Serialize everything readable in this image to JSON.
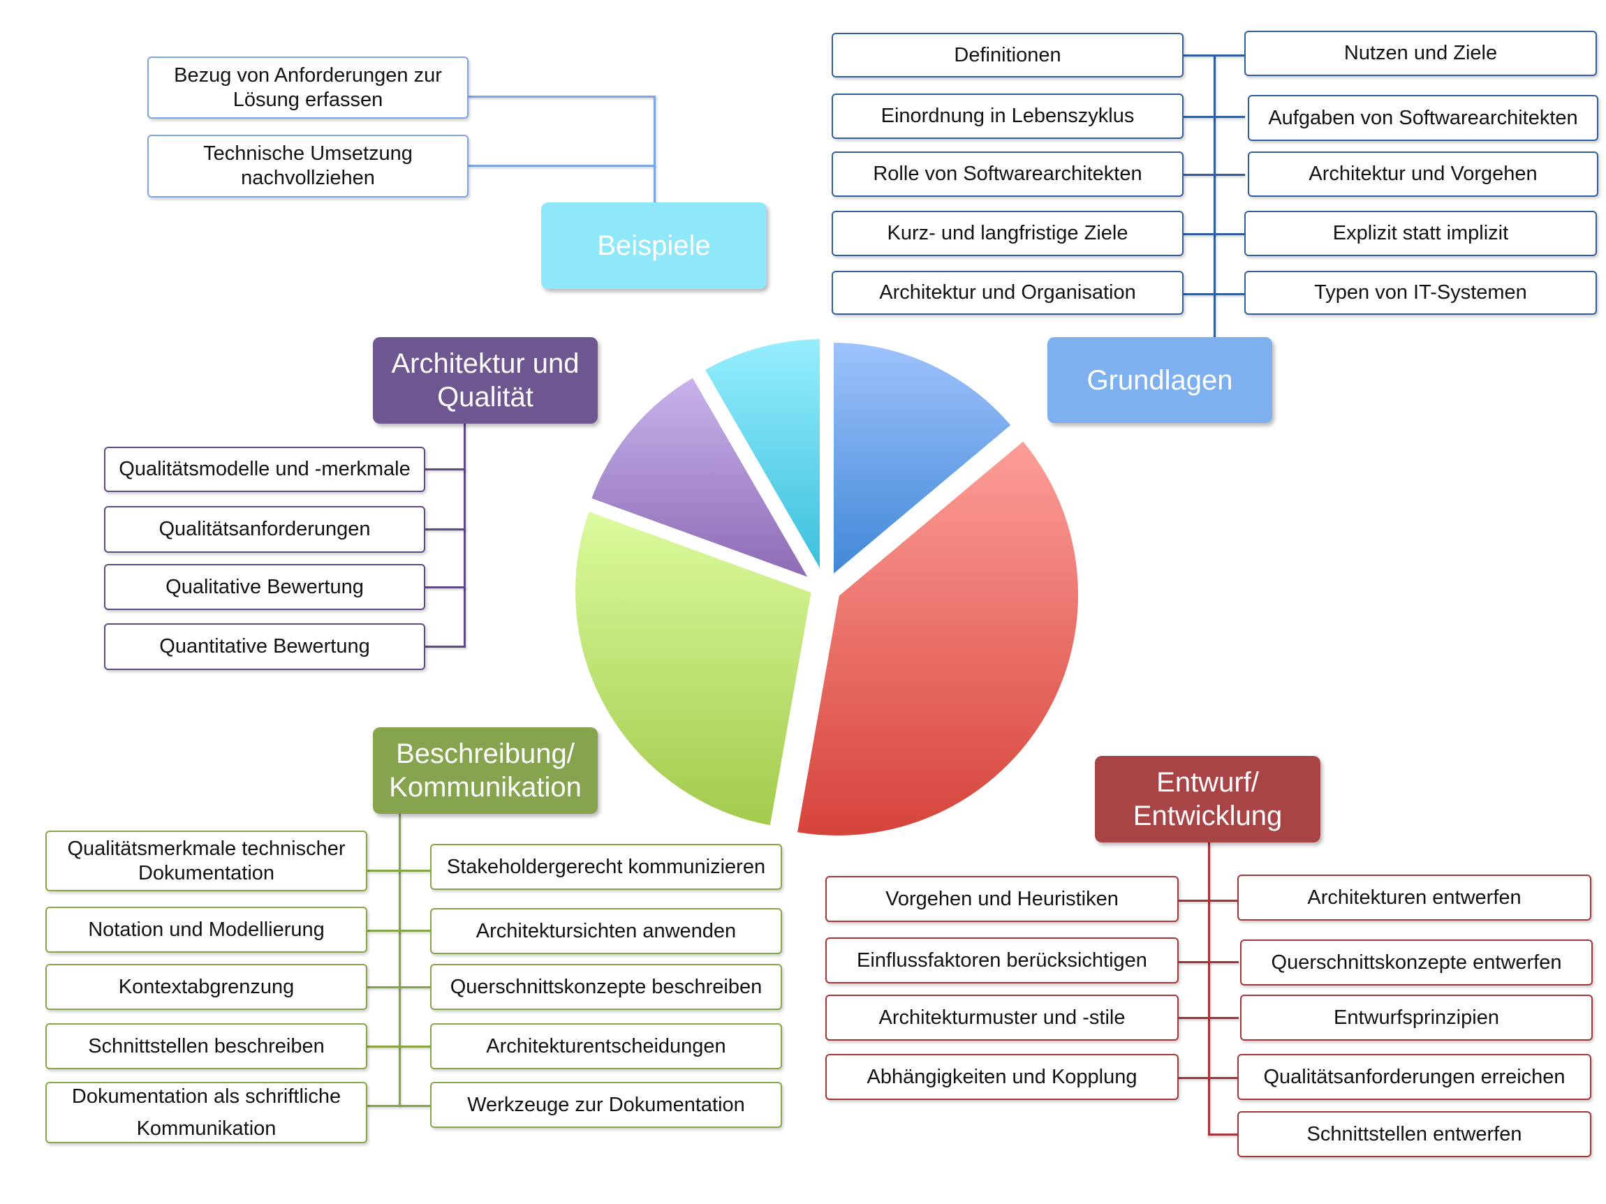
{
  "groups": {
    "beispiele": {
      "title": "Beispiele",
      "color": "#8ee8fa",
      "items": [
        "Bezug von Anforderungen zur Lösung erfassen",
        "Technische Umsetzung nachvollziehen"
      ]
    },
    "grundlagen": {
      "title": "Grundlagen",
      "color": "#7eb0ef",
      "left": [
        "Definitionen",
        "Einordnung in Lebenszyklus",
        "Rolle von Softwarearchitekten",
        "Kurz- und langfristige Ziele",
        "Architektur und Organisation"
      ],
      "right": [
        "Nutzen und Ziele",
        "Aufgaben von Softwarearchitekten",
        "Architektur und Vorgehen",
        "Explizit statt implizit",
        "Typen von IT-Systemen"
      ]
    },
    "qualitaet": {
      "title": "Architektur und Qualität",
      "color": "#6e5690",
      "items": [
        "Qualitätsmodelle und -merkmale",
        "Qualitätsanforderungen",
        "Qualitative Bewertung",
        "Quantitative Bewertung"
      ]
    },
    "beschreibung": {
      "title": "Beschreibung/ Kommunikation",
      "color": "#86a44e",
      "left": [
        "Qualitätsmerkmale technischer Dokumentation",
        "Notation und Modellierung",
        "Kontextabgrenzung",
        "Schnittstellen beschreiben",
        "Dokumentation als schriftliche Kommunikation"
      ],
      "right": [
        "Stakeholdergerecht kommunizieren",
        "Architektursichten anwenden",
        "Querschnittskonzepte beschreiben",
        "Architekturentscheidungen",
        "Werkzeuge zur Dokumentation"
      ]
    },
    "entwurf": {
      "title": "Entwurf/ Entwicklung",
      "color": "#a84446",
      "left": [
        "Vorgehen und Heuristiken",
        "Einflussfaktoren berücksichtigen",
        "Architekturmuster und -stile",
        "Abhängigkeiten und Kopplung"
      ],
      "right": [
        "Architekturen entwerfen",
        "Querschnittskonzepte entwerfen",
        "Entwurfsprinzipien",
        "Qualitätsanforderungen erreichen",
        "Schnittstellen entwerfen"
      ]
    }
  },
  "chart_data": {
    "type": "pie",
    "title": "",
    "slices": [
      {
        "label": "Grundlagen",
        "color_top": "#9fc3fd",
        "color_bottom": "#3f86d6"
      },
      {
        "label": "Entwurf/ Entwicklung",
        "color_top": "#fd9e98",
        "color_bottom": "#d5433a"
      },
      {
        "label": "Beschreibung/ Kommunikation",
        "color_top": "#dcfb9e",
        "color_bottom": "#a2ca4c"
      },
      {
        "label": "Architektur und Qualität",
        "color_top": "#c9b4ec",
        "color_bottom": "#8c6ab4"
      },
      {
        "label": "Beispiele",
        "color_top": "#97eefd",
        "color_bottom": "#39bedc"
      }
    ]
  }
}
